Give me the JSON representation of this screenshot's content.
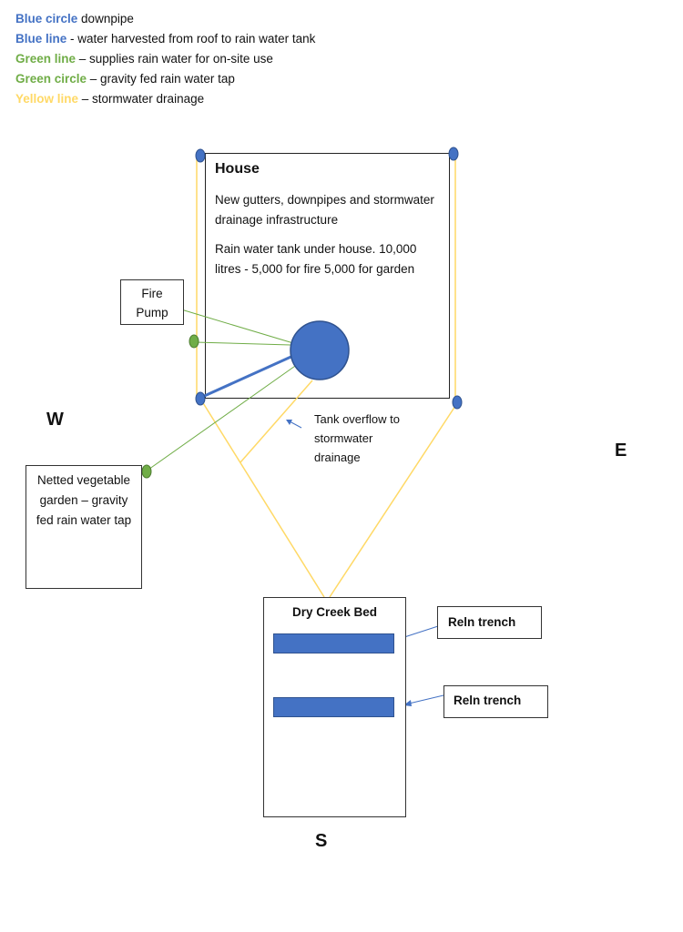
{
  "colors": {
    "blue": "#4472c4",
    "green": "#70ad47",
    "yellow": "#ffd966",
    "dark": "#111111"
  },
  "legend": [
    {
      "key": "Blue circle",
      "text": " downpipe",
      "color": "#4472c4"
    },
    {
      "key": "Blue line",
      "text": " - water harvested from roof to rain water tank",
      "color": "#4472c4"
    },
    {
      "key": "Green line",
      "text": " – supplies rain water for on-site use",
      "color": "#70ad47"
    },
    {
      "key": "Green circle",
      "text": " – gravity fed rain water tap",
      "color": "#70ad47"
    },
    {
      "key": "Yellow line",
      "text": " – stormwater drainage",
      "color": "#ffd966"
    }
  ],
  "house": {
    "title": "House",
    "line1": "New gutters, downpipes and stormwater drainage infrastructure",
    "line2": "Rain water tank under house. 10,000 litres - 5,000 for fire 5,000 for garden"
  },
  "fire_pump": "Fire Pump",
  "garden": "Netted vegetable garden – gravity fed rain water tap",
  "overflow": "Tank overflow to stormwater drainage",
  "creek": {
    "title": "Dry Creek Bed",
    "trench1": "Reln trench",
    "trench2": "Reln trench"
  },
  "compass": {
    "w": "W",
    "e": "E",
    "s": "S"
  }
}
